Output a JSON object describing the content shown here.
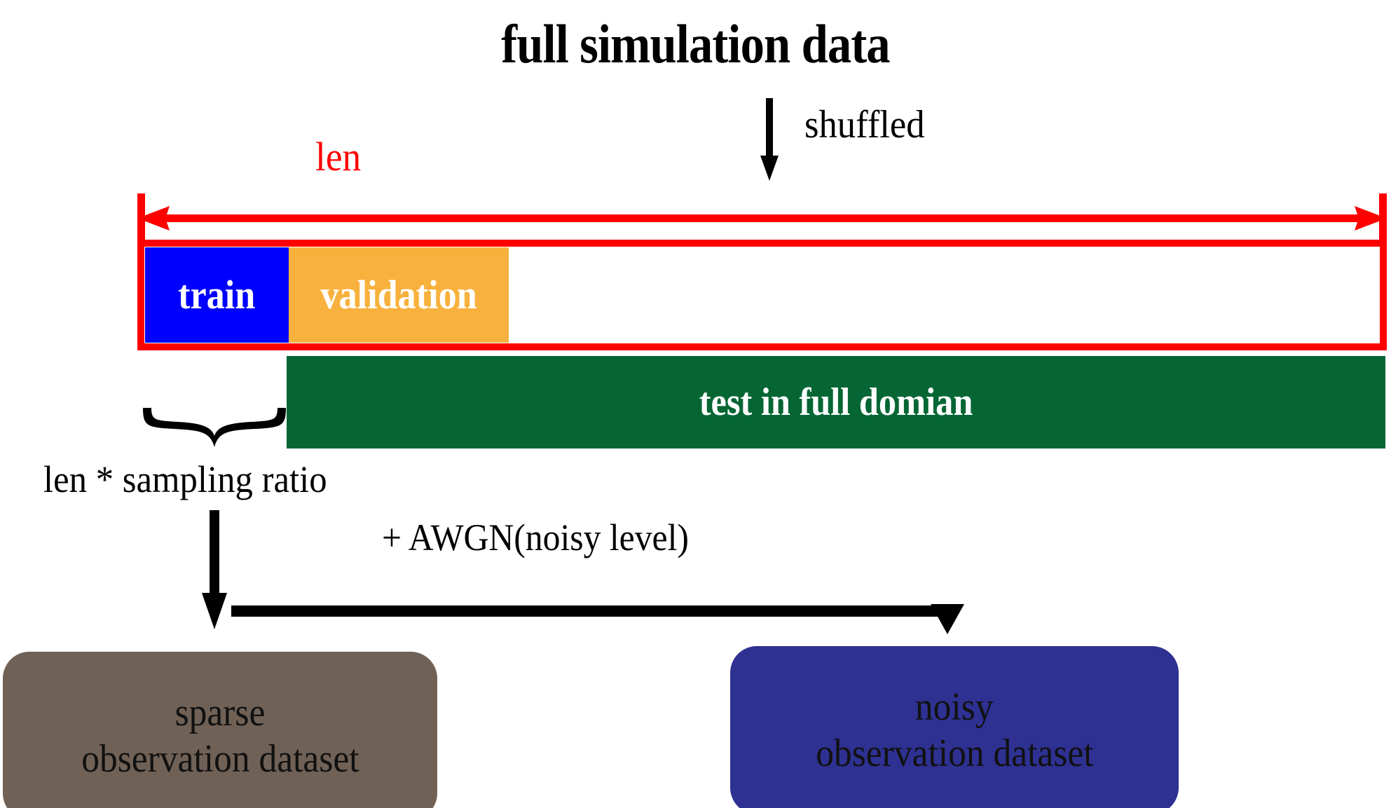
{
  "diagram": {
    "title": "full simulation data",
    "shuffled_label": "shuffled",
    "length_label": "len",
    "segments": [
      {
        "name": "train",
        "label": "train",
        "color": "#0000FF"
      },
      {
        "name": "validation",
        "label": "validation",
        "color": "#F8B13C"
      }
    ],
    "test_bar": {
      "label": "test in full domian",
      "color": "#056634"
    },
    "brace_label": "len * sampling ratio",
    "noise_label": "+ AWGN(noisy level)",
    "outputs": [
      {
        "name": "sparse-observation-dataset",
        "line1": "sparse",
        "line2": "observation dataset",
        "color": "#706156"
      },
      {
        "name": "noisy-observation-dataset",
        "line1": "noisy",
        "line2": "observation dataset",
        "color": "#2E3192"
      }
    ],
    "accent_colors": {
      "measure_red": "#FF0000",
      "train_blue": "#0000FF",
      "validation_orange": "#F8B13C",
      "test_green": "#056634",
      "sparse_brown": "#706156",
      "noisy_blue": "#2E3192"
    }
  }
}
